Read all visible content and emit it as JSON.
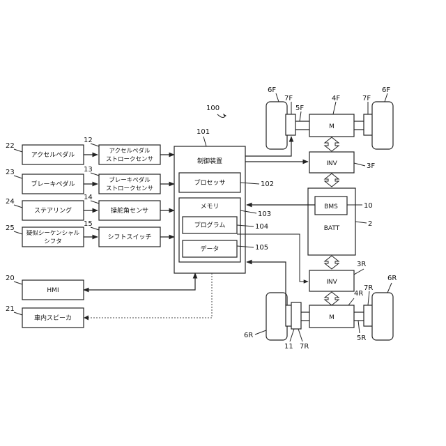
{
  "diagram": {
    "system_ref": "100",
    "controller_ref": "101",
    "inputs": [
      {
        "ref": "22",
        "label": "アクセルペダル",
        "sensor_ref": "12",
        "sensor_line1": "アクセルペダル",
        "sensor_line2": "ストロークセンサ"
      },
      {
        "ref": "23",
        "label": "ブレーキペダル",
        "sensor_ref": "13",
        "sensor_line1": "ブレーキペダル",
        "sensor_line2": "ストロークセンサ"
      },
      {
        "ref": "24",
        "label": "ステアリング",
        "sensor_ref": "14",
        "sensor_line1": "操舵角センサ",
        "sensor_line2": ""
      },
      {
        "ref": "25",
        "label_line1": "疑似シーケンシャル",
        "label_line2": "シフタ",
        "sensor_ref": "15",
        "sensor_line1": "シフトスイッチ",
        "sensor_line2": ""
      }
    ],
    "outputs": [
      {
        "ref": "20",
        "label": "HMI"
      },
      {
        "ref": "21",
        "label": "車内スピーカ"
      }
    ],
    "controller": {
      "title": "制御装置",
      "processor": {
        "label": "プロセッサ",
        "ref": "102"
      },
      "memory": {
        "label": "メモリ",
        "ref": "103"
      },
      "program": {
        "label": "プログラム",
        "ref": "104"
      },
      "data": {
        "label": "データ",
        "ref": "105"
      }
    },
    "front": {
      "motor": {
        "label": "M",
        "ref": "4F"
      },
      "inverter": {
        "label": "INV",
        "ref": "3F"
      },
      "wheel_ref": "6F",
      "hub_ref": "7F",
      "shaft_ref": "5F"
    },
    "battery": {
      "label": "BATT",
      "ref": "2"
    },
    "bms": {
      "label": "BMS",
      "ref": "10"
    },
    "rear": {
      "motor": {
        "label": "M",
        "ref": "4R"
      },
      "inverter": {
        "label": "INV",
        "ref": "3R"
      },
      "wheel_ref": "6R",
      "hub_ref": "7R",
      "shaft_ref": "5R",
      "sensor_ref": "11"
    }
  }
}
